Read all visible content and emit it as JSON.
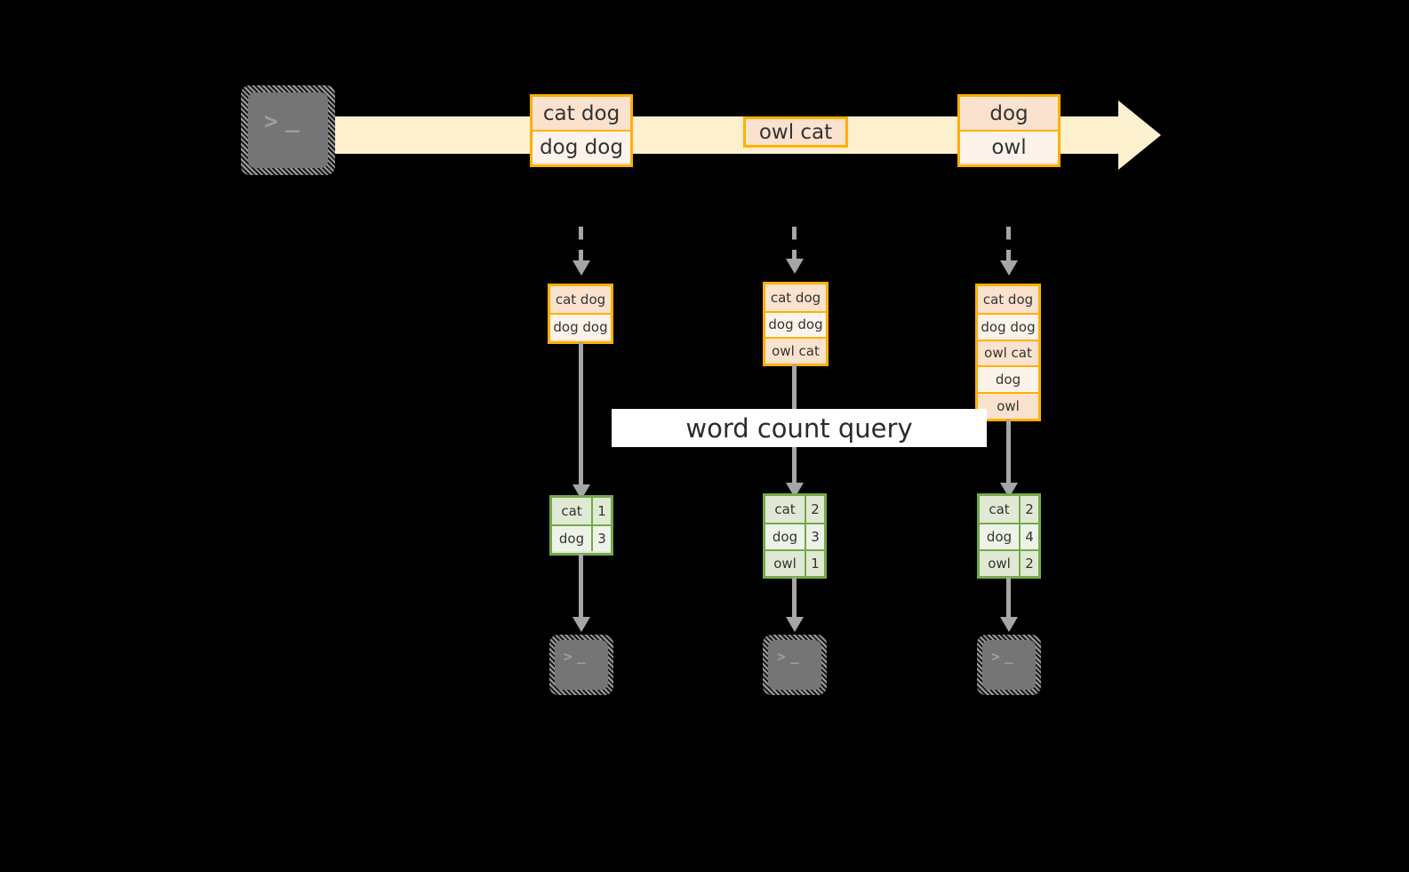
{
  "diagram": {
    "title": "word count query",
    "colors": {
      "background": "#000000",
      "stream_band": "#fdf0cf",
      "record_border": "#ffb000",
      "record_fill_dark": "#fbe2ce",
      "record_fill_light": "#fdf3ea",
      "result_border": "#74a94a",
      "result_fill_dark": "#dfe9d4",
      "result_fill_light": "#eef3e9",
      "arrow_gray": "#a6a6a6",
      "terminal_fill": "#757575",
      "label_band": "#ffffff",
      "text": "#333333"
    }
  },
  "source": {
    "icon": "terminal-icon",
    "glyph_prompt": ">",
    "glyph_cursor": "_"
  },
  "stream": {
    "name": "event-stream-arrow",
    "events": [
      {
        "id": "event-1",
        "lines": [
          "cat dog",
          "dog dog"
        ]
      },
      {
        "id": "event-2",
        "lines": [
          "owl cat"
        ]
      },
      {
        "id": "event-3",
        "lines": [
          "dog",
          "owl"
        ]
      }
    ]
  },
  "snapshots": [
    {
      "id": "snapshot-1",
      "lines": [
        "cat dog",
        "dog dog"
      ]
    },
    {
      "id": "snapshot-2",
      "lines": [
        "cat dog",
        "dog dog",
        "owl cat"
      ]
    },
    {
      "id": "snapshot-3",
      "lines": [
        "cat dog",
        "dog dog",
        "owl cat",
        "dog",
        "owl"
      ]
    }
  ],
  "query": {
    "label": "word count query"
  },
  "results": [
    {
      "id": "result-1",
      "rows": [
        {
          "word": "cat",
          "count": "1"
        },
        {
          "word": "dog",
          "count": "3"
        }
      ]
    },
    {
      "id": "result-2",
      "rows": [
        {
          "word": "cat",
          "count": "2"
        },
        {
          "word": "dog",
          "count": "3"
        },
        {
          "word": "owl",
          "count": "1"
        }
      ]
    },
    {
      "id": "result-3",
      "rows": [
        {
          "word": "cat",
          "count": "2"
        },
        {
          "word": "dog",
          "count": "4"
        },
        {
          "word": "owl",
          "count": "2"
        }
      ]
    }
  ],
  "sinks": [
    {
      "id": "sink-1",
      "icon": "terminal-icon",
      "glyph_prompt": ">",
      "glyph_cursor": "_"
    },
    {
      "id": "sink-2",
      "icon": "terminal-icon",
      "glyph_prompt": ">",
      "glyph_cursor": "_"
    },
    {
      "id": "sink-3",
      "icon": "terminal-icon",
      "glyph_prompt": ">",
      "glyph_cursor": "_"
    }
  ]
}
